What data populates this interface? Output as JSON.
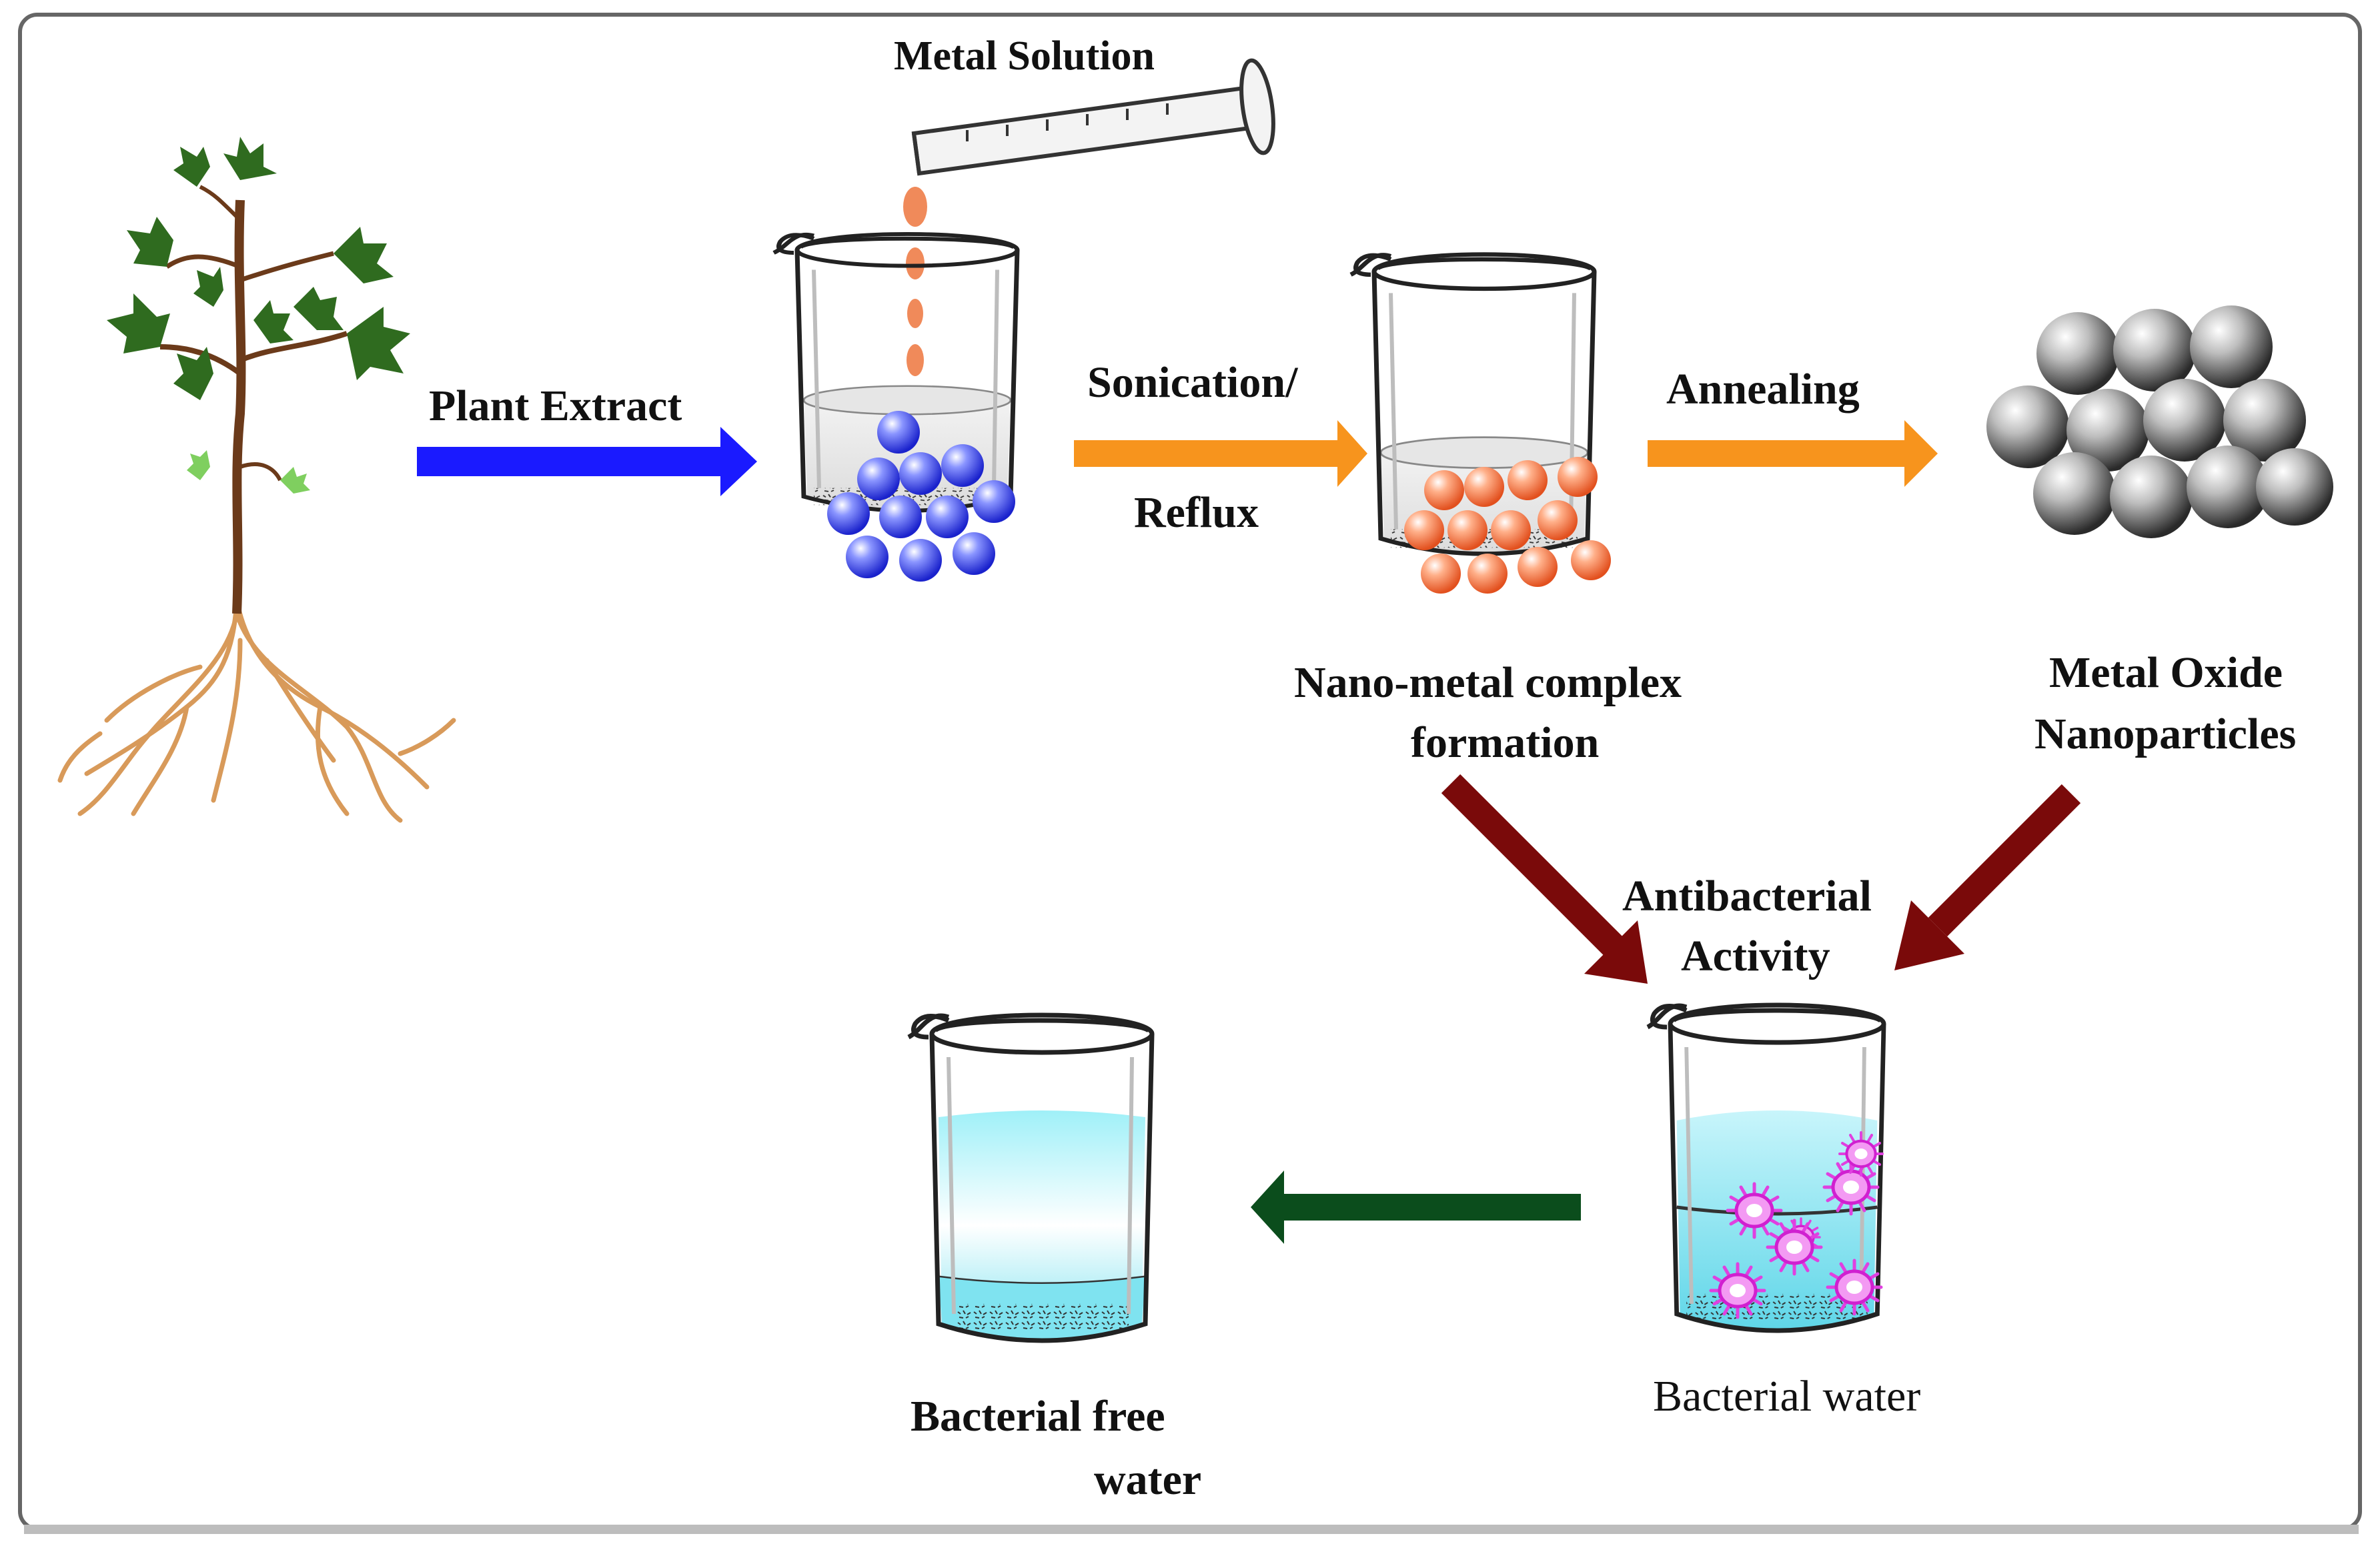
{
  "labels": {
    "metal_solution": "Metal Solution",
    "plant_extract": "Plant Extract",
    "sonication": "Sonication/",
    "reflux": "Reflux",
    "annealing": "Annealing",
    "nano_complex_line1": "Nano-metal complex",
    "nano_complex_line2": "formation",
    "metal_oxide_line1": "Metal Oxide",
    "metal_oxide_line2": "Nanoparticles",
    "antibacterial_line1": "Antibacterial",
    "antibacterial_line2": "Activity",
    "bacterial_water": "Bacterial water",
    "bacterial_free_line1": "Bacterial free",
    "bacterial_free_line2": "water"
  },
  "colors": {
    "plant_arrow": "#1a1aff",
    "process_arrow": "#f7941d",
    "activity_arrow": "#7a0a0a",
    "purify_arrow": "#0b4d1c",
    "blue_particle": "#3344ee",
    "orange_particle": "#f26b3a",
    "metal_oxide_particle": "#555555",
    "bacteria": "#e040e0",
    "water": "#7fe3f0",
    "leaf": "#2f6b1f",
    "root": "#d89a5a",
    "stem": "#6b3a1a"
  },
  "icons": {
    "pipette": "pipette-icon",
    "beaker": "beaker-icon",
    "plant": "plant-icon",
    "bacteria": "bacteria-icon"
  }
}
